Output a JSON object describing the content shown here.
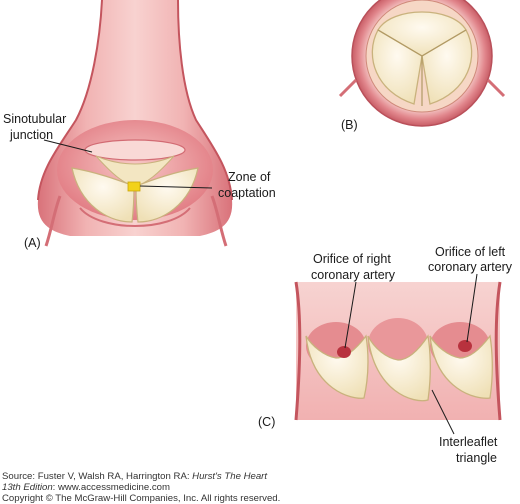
{
  "colors": {
    "wall": "#e58c90",
    "wall_dark": "#c4555e",
    "wall_light": "#f6c9c8",
    "cusp": "#fbf3dc",
    "cusp_edge": "#d8c89a",
    "cusp_shadow": "#e9d9aa",
    "highlight": "#f2d21a",
    "ostium": "#b8323e"
  },
  "panels": {
    "a": "(A)",
    "b": "(B)",
    "c": "(C)"
  },
  "labels": {
    "sinotubular_line1": "Sinotubular",
    "sinotubular_line2": "junction",
    "coaptation_line1": "Zone of",
    "coaptation_line2": "coaptation",
    "right_coronary_line1": "Orifice of right",
    "right_coronary_line2": "coronary artery",
    "left_coronary_line1": "Orifice of left",
    "left_coronary_line2": "coronary artery",
    "interleaflet_line1": "Interleaflet",
    "interleaflet_line2": "triangle"
  },
  "source": {
    "prefix": "Source: Fuster V, Walsh RA, Harrington RA: ",
    "book_title": "Hurst's The Heart",
    "line2_edition": "13th Edition",
    "line2_rest": ": www.accessmedicine.com",
    "copyright": "Copyright © The McGraw-Hill Companies, Inc. All rights reserved."
  }
}
